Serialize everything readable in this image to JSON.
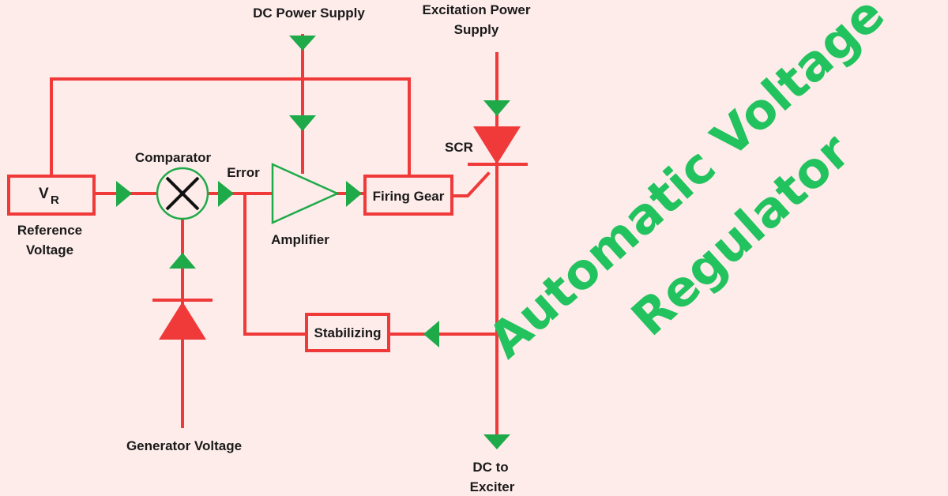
{
  "colors": {
    "background": "#fdecea",
    "wire": "#f03a3a",
    "arrow": "#1faa4a",
    "title": "#22c35e",
    "text": "#1a1a1a",
    "box_fill": "#fdecea"
  },
  "labels": {
    "dc_power_supply": "DC Power Supply",
    "excitation_line1": "Excitation Power",
    "excitation_line2": "Supply",
    "comparator": "Comparator",
    "error": "Error",
    "scr": "SCR",
    "vr_main": "V",
    "vr_sub": "R",
    "firing_gear": "Firing Gear",
    "amplifier": "Amplifier",
    "reference_line1": "Reference",
    "reference_line2": "Voltage",
    "stabilizing": "Stabilizing",
    "generator_voltage": "Generator Voltage",
    "dc_exciter_line1": "DC to",
    "dc_exciter_line2": "Exciter"
  },
  "title": {
    "line1": "Automatic Voltage",
    "line2": "Regulator"
  }
}
